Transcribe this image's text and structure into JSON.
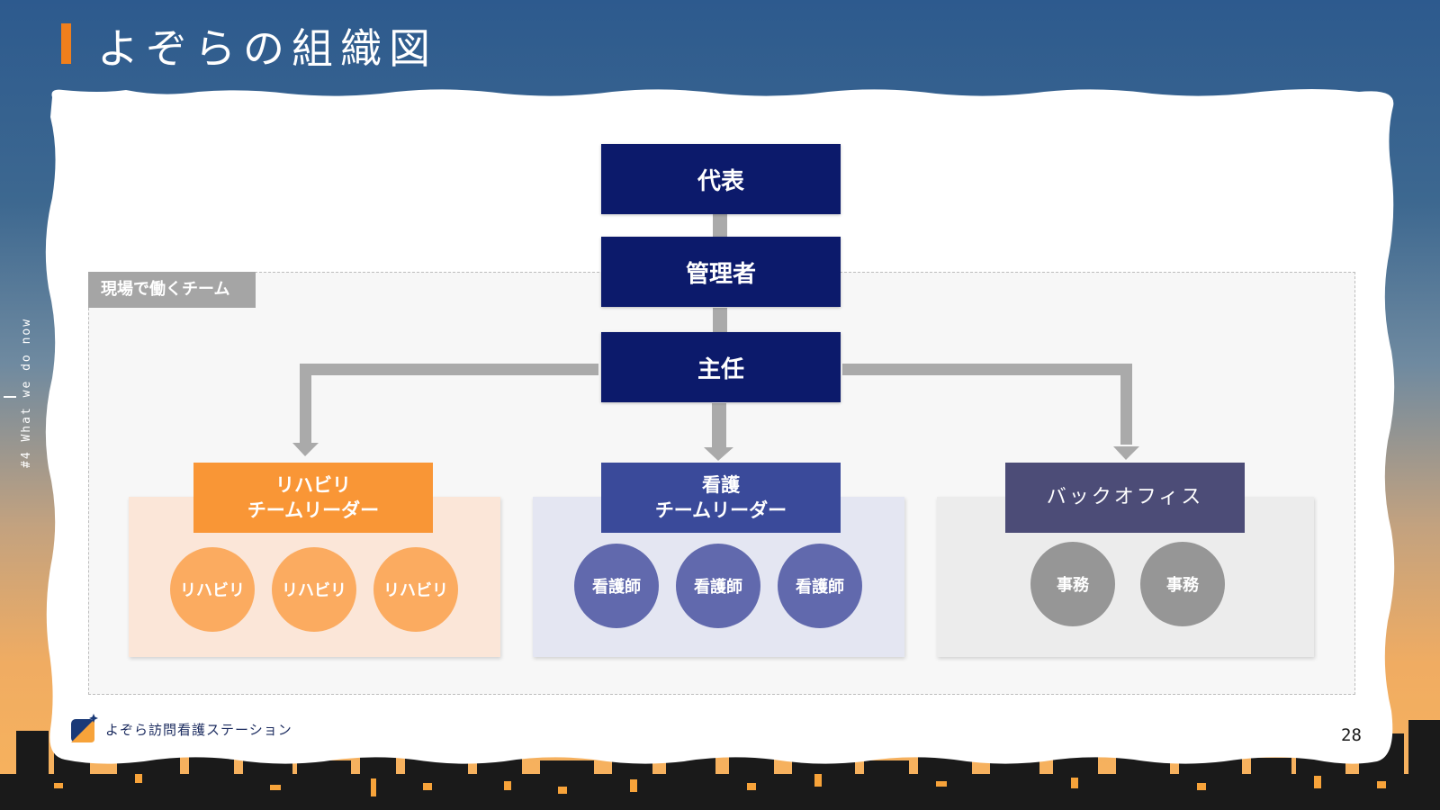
{
  "title": "よぞらの組織図",
  "side_tag": "#4 What we do now",
  "field_team_label": "現場で働くチーム",
  "top_nodes": {
    "representative": "代表",
    "manager": "管理者",
    "chief": "主任"
  },
  "groups": {
    "rehab": {
      "leader_line1": "リハビリ",
      "leader_line2": "チームリーダー",
      "members": [
        "リハビリ",
        "リハビリ",
        "リハビリ"
      ],
      "colors": {
        "leader": "#f99636",
        "member": "#fbab60",
        "background": "#fbe6d8"
      }
    },
    "nursing": {
      "leader_line1": "看護",
      "leader_line2": "チームリーダー",
      "members": [
        "看護師",
        "看護師",
        "看護師"
      ],
      "colors": {
        "leader": "#3a4a9a",
        "member": "#6169ad",
        "background": "#e4e6f2"
      }
    },
    "backoffice": {
      "leader_line1": "バックオフィス",
      "members": [
        "事務",
        "事務"
      ],
      "colors": {
        "leader": "#4c4c77",
        "member": "#969696",
        "background": "#ececec"
      }
    }
  },
  "colors": {
    "navy": "#0c1a6b",
    "connector": "#aaaaaa",
    "accent_orange": "#f07f1c"
  },
  "footer": {
    "logo_text": "よぞら訪問看護ステーション",
    "page_number": "28"
  }
}
